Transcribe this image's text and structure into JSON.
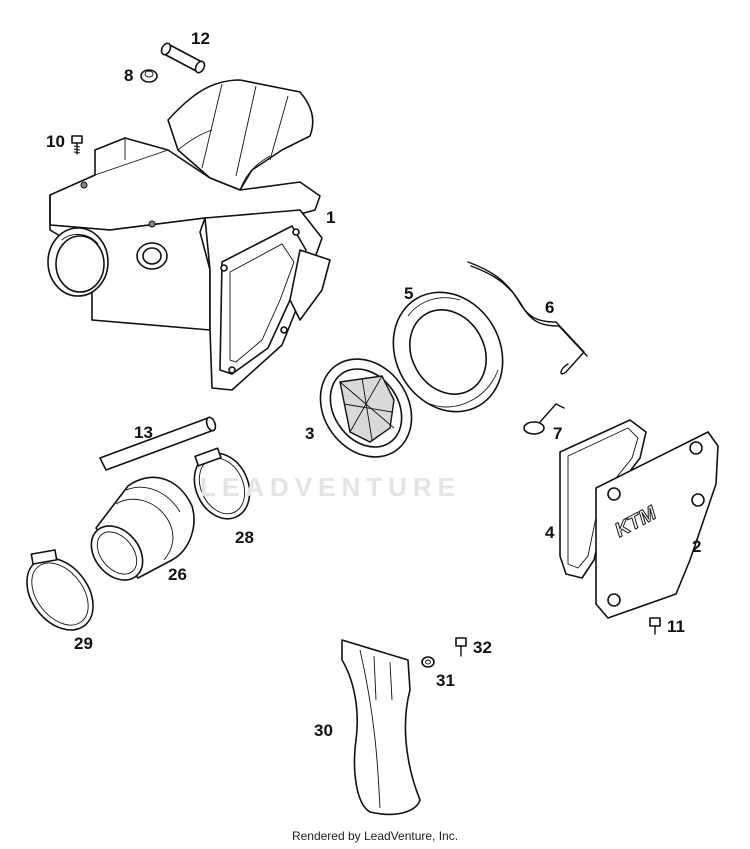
{
  "watermark": "LEADVENTURE",
  "footer": "Rendered by LeadVenture, Inc.",
  "parts": [
    {
      "id": "p1",
      "label": "1",
      "name": "air filter box"
    },
    {
      "id": "p2",
      "label": "2",
      "name": "cover plate"
    },
    {
      "id": "p3",
      "label": "3",
      "name": "filter cage"
    },
    {
      "id": "p4",
      "label": "4",
      "name": "seal"
    },
    {
      "id": "p5",
      "label": "5",
      "name": "air filter"
    },
    {
      "id": "p6",
      "label": "6",
      "name": "retaining wire"
    },
    {
      "id": "p7",
      "label": "7",
      "name": "pin"
    },
    {
      "id": "p8",
      "label": "8",
      "name": "nut"
    },
    {
      "id": "p10",
      "label": "10",
      "name": "screw"
    },
    {
      "id": "p11",
      "label": "11",
      "name": "screw"
    },
    {
      "id": "p12",
      "label": "12",
      "name": "hose"
    },
    {
      "id": "p13",
      "label": "13",
      "name": "sleeve"
    },
    {
      "id": "p26",
      "label": "26",
      "name": "intake boot"
    },
    {
      "id": "p28",
      "label": "28",
      "name": "hose clamp"
    },
    {
      "id": "p29",
      "label": "29",
      "name": "hose clamp"
    },
    {
      "id": "p30",
      "label": "30",
      "name": "mud flap"
    },
    {
      "id": "p31",
      "label": "31",
      "name": "washer"
    },
    {
      "id": "p32",
      "label": "32",
      "name": "screw"
    }
  ],
  "plate_logo": "KTM"
}
